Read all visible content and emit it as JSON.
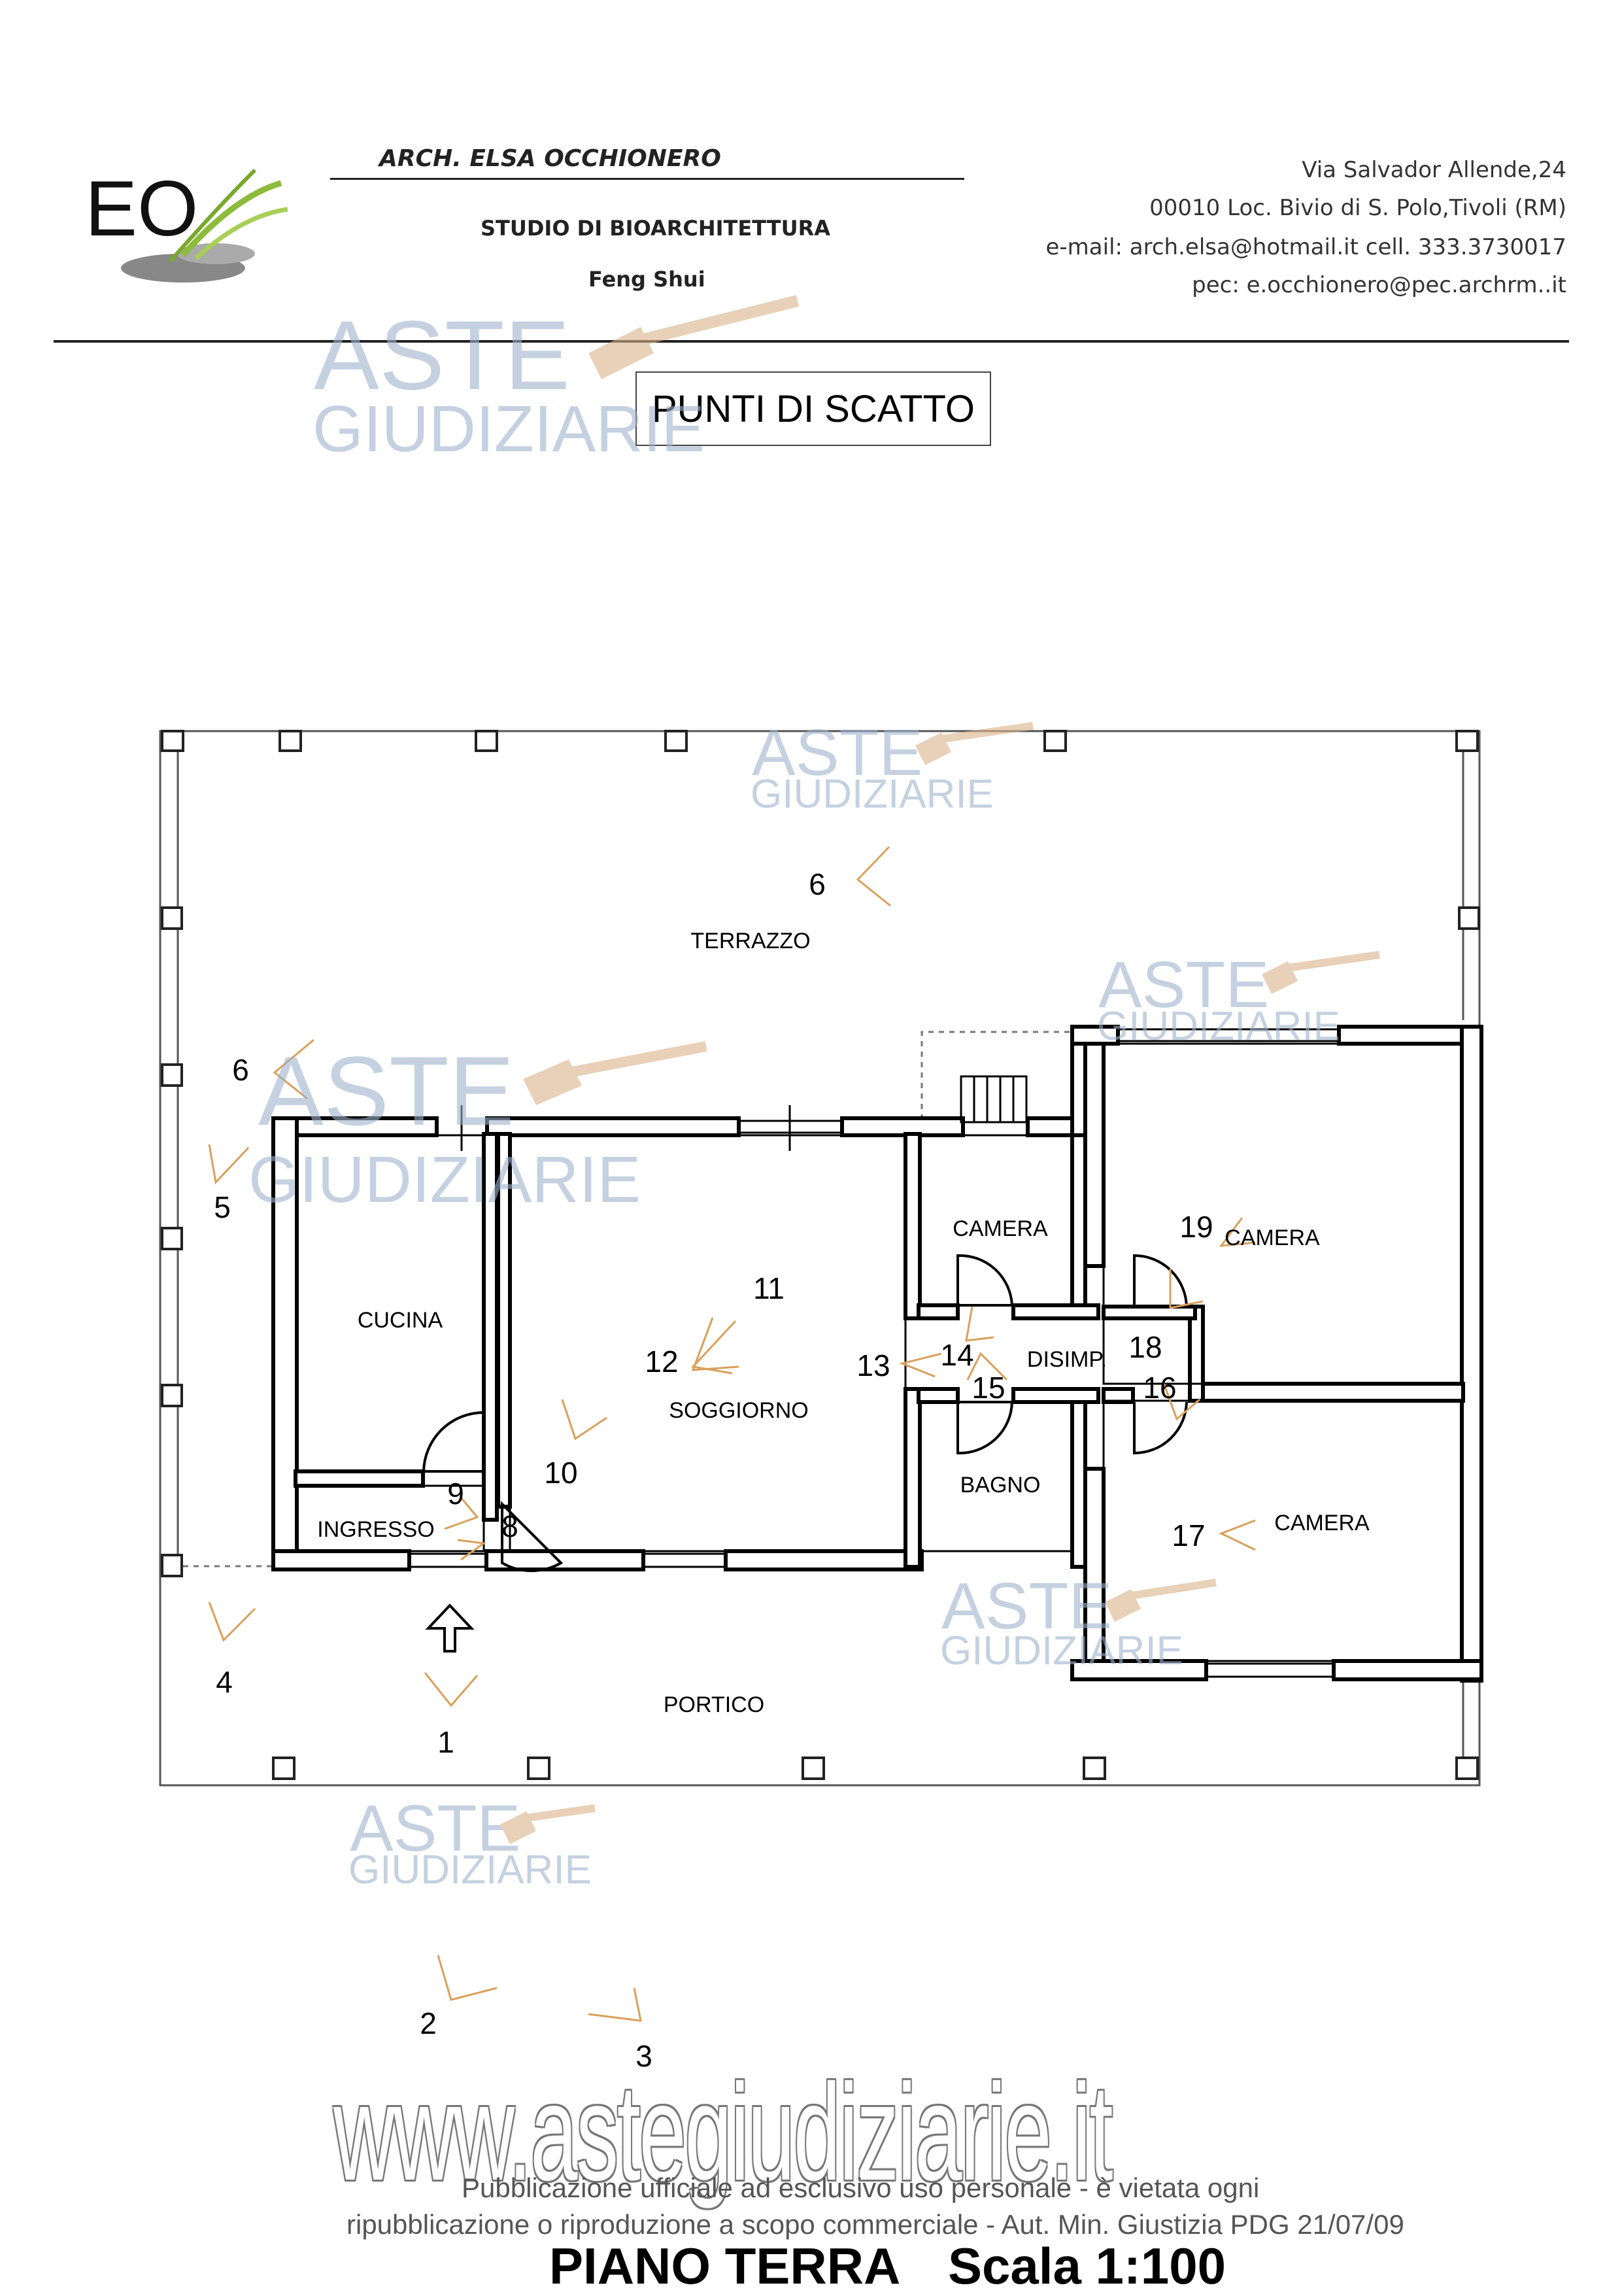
{
  "header": {
    "logo_text": "EO",
    "architect": "ARCH. ELSA OCCHIONERO",
    "studio": "STUDIO DI BIOARCHITETTURA",
    "specialty": "Feng Shui",
    "address_line1": "Via Salvador Allende,24",
    "address_line2": "00010 Loc. Bivio di S. Polo,Tivoli (RM)",
    "contact_line": "e-mail: arch.elsa@hotmail.it  cell. 333.3730017",
    "pec_line": "pec: e.occhionero@pec.archrm..it"
  },
  "title": "PUNTI DI SCATTO",
  "watermark": {
    "line1": "ASTE",
    "line2": "GIUDIZIARIE"
  },
  "rooms": {
    "terrazzo": "TERRAZZO",
    "cucina": "CUCINA",
    "ingresso": "INGRESSO",
    "soggiorno": "SOGGIORNO",
    "camera_small": "CAMERA",
    "disimp": "DISIMP.",
    "bagno": "BAGNO",
    "camera_19": "CAMERA",
    "camera_17": "CAMERA",
    "portico": "PORTICO"
  },
  "shot_points": {
    "p1": "1",
    "p2": "2",
    "p3": "3",
    "p4": "4",
    "p5": "5",
    "p6a": "6",
    "p6b": "6",
    "p8": "8",
    "p9": "9",
    "p10": "10",
    "p11": "11",
    "p12": "12",
    "p13": "13",
    "p14": "14",
    "p15": "15",
    "p16": "16",
    "p17": "17",
    "p18": "18",
    "p19": "19"
  },
  "footer": {
    "website": "www.astegiudiziarie.it",
    "note_line1": "Pubblicazione ufficiale ad esclusivo uso personale - è vietata ogni",
    "note_line2": "ripubblicazione o riproduzione a scopo commerciale - Aut. Min. Giustizia PDG 21/07/09",
    "plan_name": "PIANO TERRA",
    "scale": "Scala 1:100"
  },
  "colors": {
    "wall": "#000000",
    "camera_marker": "#d9a05b",
    "watermark_blue": "#9fb3cc",
    "watermark_gavel": "#d9b48a"
  }
}
